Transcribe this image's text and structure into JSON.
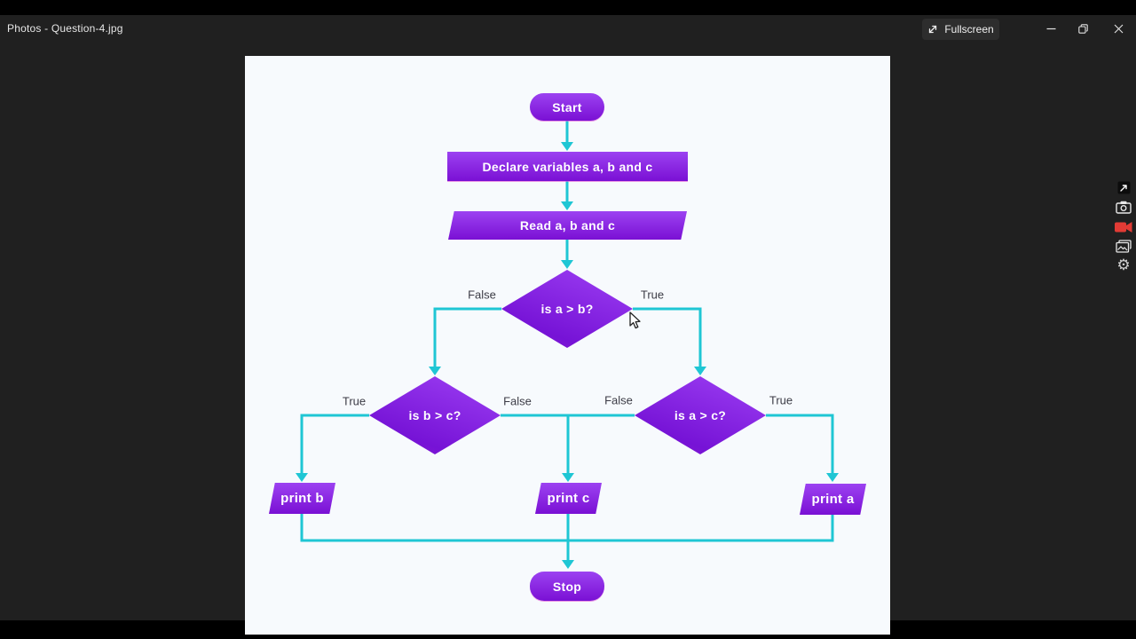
{
  "window": {
    "title": "Photos - Question-4.jpg",
    "fullscreen_button": "Fullscreen"
  },
  "flowchart": {
    "nodes": [
      {
        "id": "start",
        "type": "terminator",
        "label": "Start"
      },
      {
        "id": "declare",
        "type": "process",
        "label": "Declare variables a, b and c"
      },
      {
        "id": "read",
        "type": "input",
        "label": "Read a, b and c"
      },
      {
        "id": "cond-a-b",
        "type": "decision",
        "label": "is a > b?"
      },
      {
        "id": "cond-b-c",
        "type": "decision",
        "label": "is b > c?"
      },
      {
        "id": "cond-a-c",
        "type": "decision",
        "label": "is a > c?"
      },
      {
        "id": "print-b",
        "type": "output",
        "label": "print b"
      },
      {
        "id": "print-c",
        "type": "output",
        "label": "print c"
      },
      {
        "id": "print-a",
        "type": "output",
        "label": "print a"
      },
      {
        "id": "stop",
        "type": "terminator",
        "label": "Stop"
      }
    ],
    "branch_labels": {
      "a_gt_b_false": "False",
      "a_gt_b_true": "True",
      "b_gt_c_true": "True",
      "b_gt_c_false": "False",
      "a_gt_c_false": "False",
      "a_gt_c_true": "True"
    }
  },
  "side_toolbar": {
    "icons": [
      "pointer-panel",
      "camera",
      "video-record",
      "gallery",
      "settings"
    ]
  },
  "colors": {
    "shape_gradient_top": "#9c42f1",
    "shape_gradient_bottom": "#7a10d4",
    "shape_edge_glow": "#e850d2",
    "connector_teal": "#1fc6d4",
    "canvas_white": "#f7fafd",
    "app_background": "#202020",
    "record_red": "#e23b35"
  }
}
